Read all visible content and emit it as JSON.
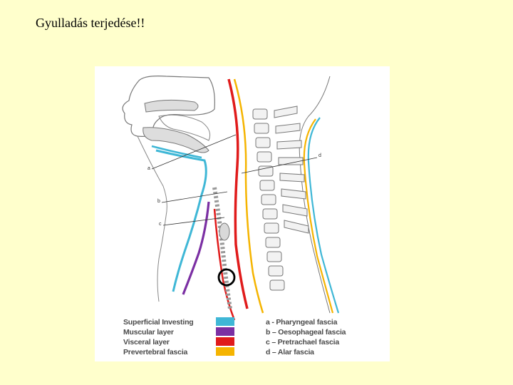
{
  "slide": {
    "title": "Gyulladás terjedése!!"
  },
  "figure": {
    "callouts": {
      "a": "a",
      "b": "b",
      "c": "c",
      "d": "d"
    },
    "layers": [
      {
        "label": "Superficial Investing",
        "color": "#3fb7d6"
      },
      {
        "label": "Muscular layer",
        "color": "#7b2fa3"
      },
      {
        "label": "Visceral layer",
        "color": "#e01b1b"
      },
      {
        "label": "Prevertebral fascia",
        "color": "#f5b400"
      }
    ],
    "fascia": [
      {
        "label": "a - Pharyngeal fascia"
      },
      {
        "label": "b – Oesophageal fascia"
      },
      {
        "label": "c – Pretrachael fascia"
      },
      {
        "label": "d – Alar fascia"
      }
    ]
  }
}
